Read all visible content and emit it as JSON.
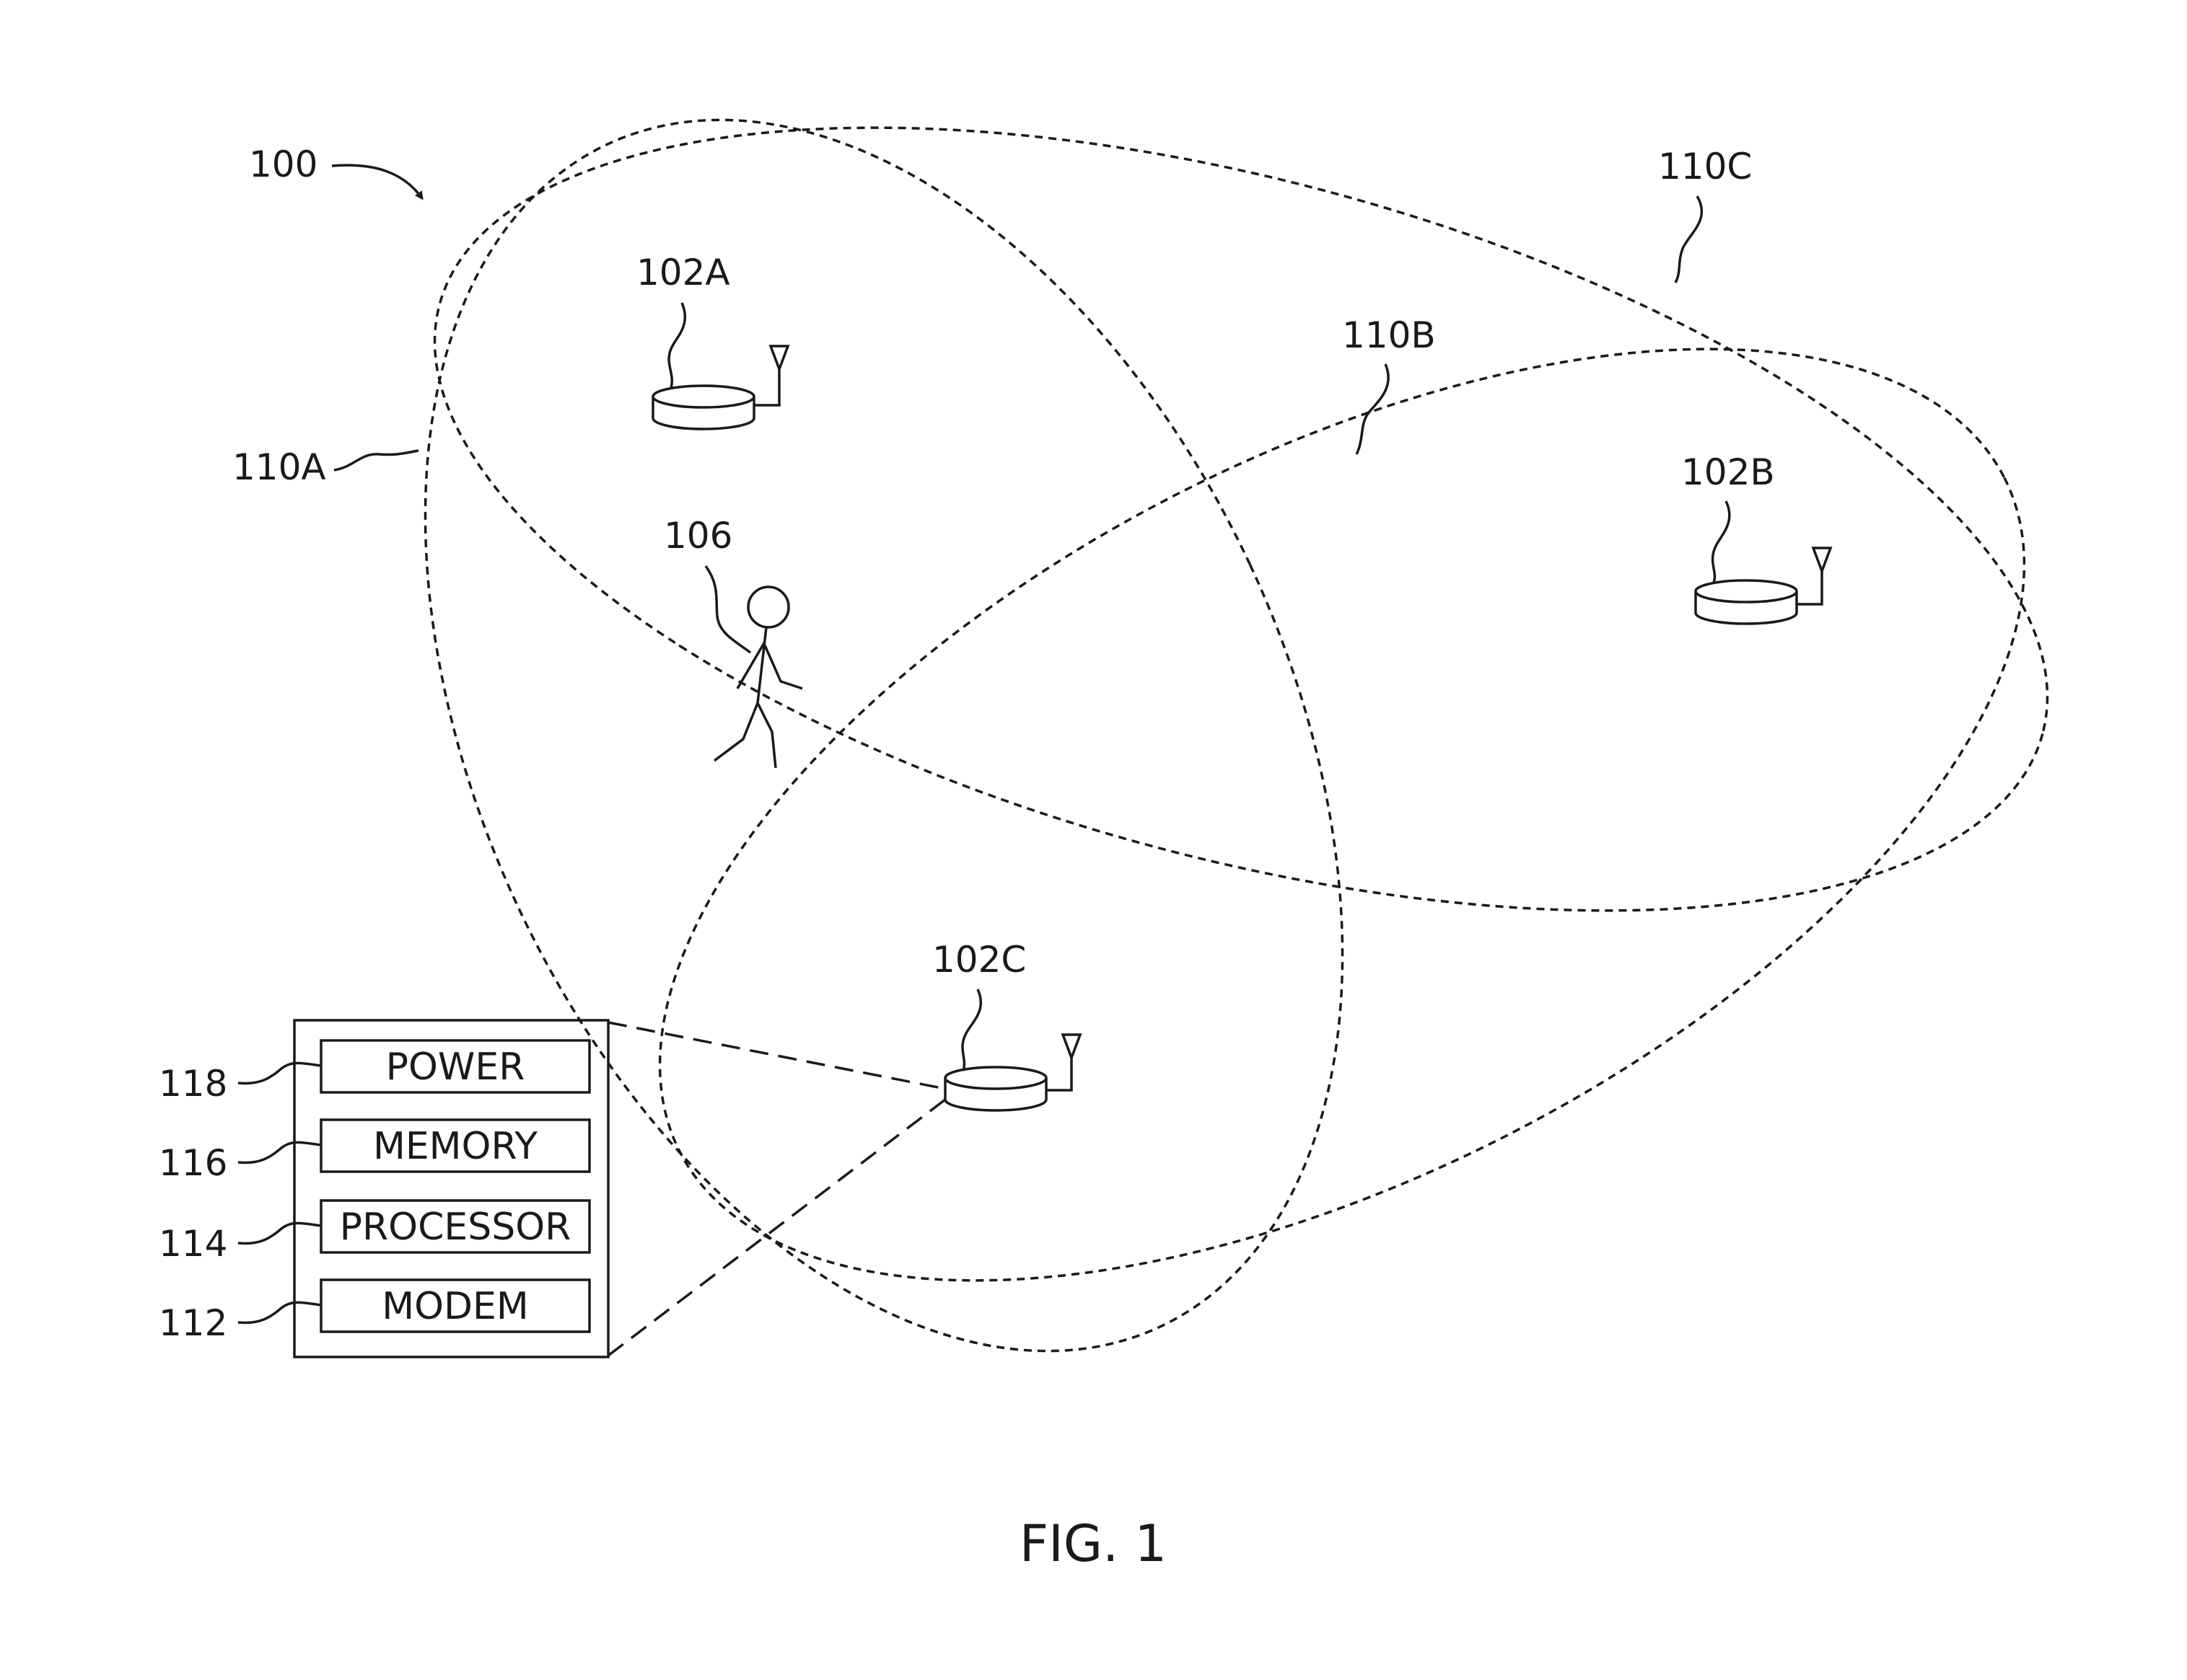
{
  "diagram": {
    "system_label": "100",
    "figure_caption": "FIG. 1",
    "coverage_areas": [
      {
        "label": "110A"
      },
      {
        "label": "110B"
      },
      {
        "label": "110C"
      }
    ],
    "base_stations": [
      {
        "label": "102A"
      },
      {
        "label": "102B"
      },
      {
        "label": "102C"
      }
    ],
    "user": {
      "label": "106"
    },
    "component_box": {
      "components": [
        {
          "ref": "118",
          "name": "POWER"
        },
        {
          "ref": "116",
          "name": "MEMORY"
        },
        {
          "ref": "114",
          "name": "PROCESSOR"
        },
        {
          "ref": "112",
          "name": "MODEM"
        }
      ]
    }
  }
}
